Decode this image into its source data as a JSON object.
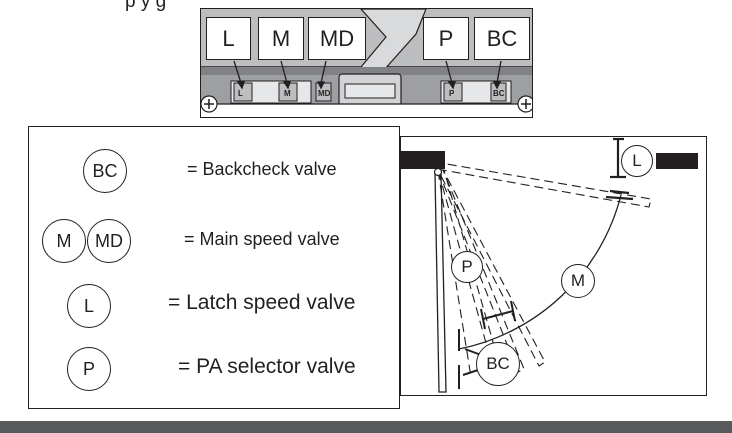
{
  "caption": "p                                    y              g",
  "valve_bar": {
    "tags": [
      "L",
      "M",
      "MD",
      "P",
      "BC"
    ],
    "stamps": [
      "L",
      "M",
      "MD",
      "P",
      "BC"
    ]
  },
  "legend": {
    "items": [
      {
        "symbols": [
          "BC"
        ],
        "description": "= Backcheck valve"
      },
      {
        "symbols": [
          "M",
          "MD"
        ],
        "description": "= Main speed valve"
      },
      {
        "symbols": [
          "L"
        ],
        "description": "= Latch speed valve"
      },
      {
        "symbols": [
          "P"
        ],
        "description": "= PA selector valve"
      }
    ]
  },
  "door_diagram": {
    "labels": {
      "L": "L",
      "P": "P",
      "M": "M",
      "BC": "BC"
    }
  }
}
